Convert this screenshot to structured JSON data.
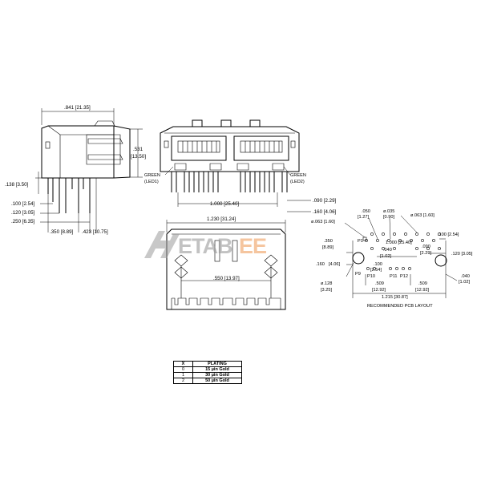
{
  "side_view": {
    "width_dim": ".841 [21.35]",
    "height_dim": ".531\n[13.50]",
    "pin_dims": [
      ".138 [3.50]",
      ".100 [2.54]",
      ".120 [3.05]",
      ".250 [6.35]"
    ],
    "bottom_dims": [
      ".350 [8.89]",
      ".423 [10.75]"
    ]
  },
  "front_view": {
    "led_left": [
      "GREEN",
      "(LED1)"
    ],
    "led_right": [
      "GREEN",
      "(LED2)"
    ],
    "pitch_dim": "1.000 [25.40]",
    "right_dims": [
      ".090 [2.29]",
      ".160 [4.06]"
    ]
  },
  "top_view": {
    "width_dim": "1.230 [31.24]",
    "inner_dim": ".550 [13.97]"
  },
  "pcb_layout": {
    "caption": "RECOMMENDED PCB LAYOUT",
    "labels": {
      "d063_left": "ø.063 [1.60]",
      "d063_right": "ø.063 [1.60]",
      "d035": "ø.035",
      "d035_mm": "[0.90]",
      "d050": ".050",
      "d050_mm": "[1.27]",
      "d350": ".350",
      "d350_mm": "[8.89]",
      "d160": ".160",
      "d160_mm": "[4.06]",
      "d128": "ø.128",
      "d128_mm": "[3.25]",
      "d100": ".100",
      "d100_mm": "[2.54]",
      "d040": ".040",
      "d040_mm": "[1.02]",
      "d1000": "1.000 [25.40]",
      "d090": ".090",
      "d090_mm": "[2.29]",
      "d100r": ".100 [2.54]",
      "d120r": ".120 [3.05]",
      "d040r": ".040",
      "d040r_mm": "[1.02]",
      "d509a": ".509",
      "d509a_mm": "[12.92]",
      "d509b": ".509",
      "d509b_mm": "[12.92]",
      "d1215": "1.215 [30.87]",
      "p1": "P1",
      "p9": "P9",
      "p10": "P10",
      "p11": "P11",
      "p12": "P12"
    }
  },
  "watermark": {
    "text_a": "ETAB",
    "text_b": "EE",
    "color_a": "#9a9a9a",
    "color_b": "#f0a060"
  },
  "plating_table": {
    "headers": [
      "X",
      "PLATING"
    ],
    "rows": [
      [
        "0",
        "15 µin Gold"
      ],
      [
        "1",
        "30 µin Gold"
      ],
      [
        "2",
        "50 µin Gold"
      ]
    ]
  }
}
